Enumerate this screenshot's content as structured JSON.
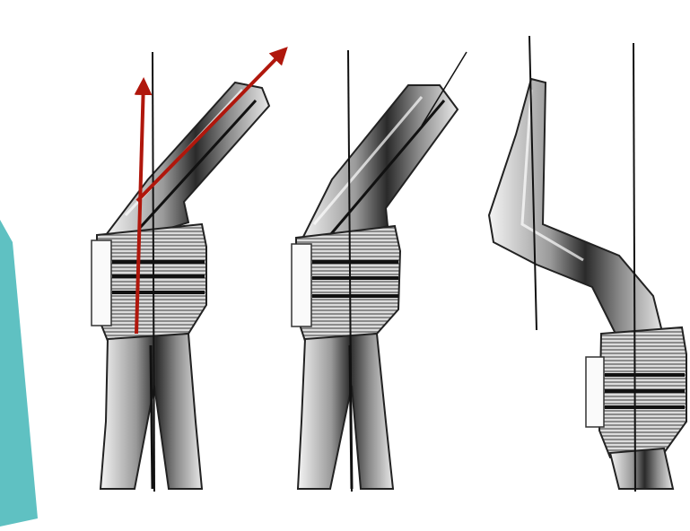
{
  "figure": {
    "panels": [
      {
        "id": "a",
        "caption": "",
        "has_arrows": true
      },
      {
        "id": "b",
        "caption": "",
        "has_arrows": false
      },
      {
        "id": "c",
        "caption": "",
        "has_arrows": false
      }
    ],
    "arrow_color": "#b0170c",
    "accent_color": "#5fc1c2",
    "line_color": "#111111"
  }
}
